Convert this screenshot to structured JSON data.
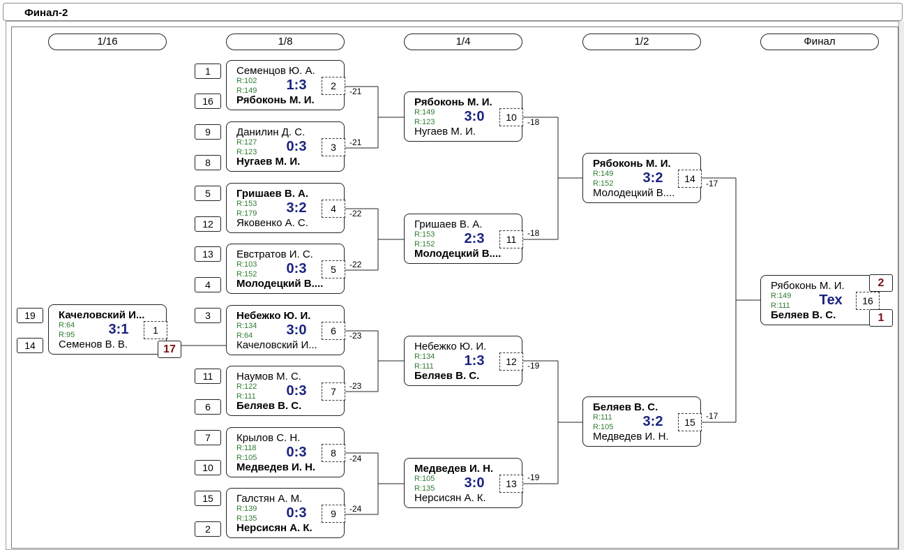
{
  "window": {
    "title": "Финал-2"
  },
  "headers": [
    "1/16",
    "1/8",
    "1/4",
    "1/2",
    "Финал"
  ],
  "r16": {
    "seed1": "19",
    "seed2": "14",
    "p1": "Качеловский И...",
    "p2": "Семенов В. В.",
    "r1": "R:64",
    "r2": "R:95",
    "score": "3:1",
    "num": "1",
    "outcome": "17"
  },
  "r8": [
    {
      "seed1": "1",
      "seed2": "16",
      "p1": "Семенцов Ю. А.",
      "p2": "Рябоконь М. И.",
      "r1": "R:102",
      "r2": "R:149",
      "score": "1:3",
      "num": "2",
      "diff": "-21",
      "winner": 2
    },
    {
      "seed1": "9",
      "seed2": "8",
      "p1": "Данилин Д. С.",
      "p2": "Нугаев М. И.",
      "r1": "R:127",
      "r2": "R:123",
      "score": "0:3",
      "num": "3",
      "diff": "-21",
      "winner": 2
    },
    {
      "seed1": "5",
      "seed2": "12",
      "p1": "Гришаев В. А.",
      "p2": "Яковенко А. С.",
      "r1": "R:153",
      "r2": "R:179",
      "score": "3:2",
      "num": "4",
      "diff": "-22",
      "winner": 1
    },
    {
      "seed1": "13",
      "seed2": "4",
      "p1": "Евстратов И. С.",
      "p2": "Молодецкий В....",
      "r1": "R:103",
      "r2": "R:152",
      "score": "0:3",
      "num": "5",
      "diff": "-22",
      "winner": 2
    },
    {
      "seed1": "3",
      "seed2": "",
      "p1": "Небежко Ю. И.",
      "p2": "Качеловский И...",
      "r1": "R:134",
      "r2": "R:64",
      "score": "3:0",
      "num": "6",
      "diff": "-23",
      "winner": 1
    },
    {
      "seed1": "11",
      "seed2": "6",
      "p1": "Наумов М. С.",
      "p2": "Беляев В. С.",
      "r1": "R:122",
      "r2": "R:111",
      "score": "0:3",
      "num": "7",
      "diff": "-23",
      "winner": 2
    },
    {
      "seed1": "7",
      "seed2": "10",
      "p1": "Крылов С. Н.",
      "p2": "Медведев И. Н.",
      "r1": "R:118",
      "r2": "R:105",
      "score": "0:3",
      "num": "8",
      "diff": "-24",
      "winner": 2
    },
    {
      "seed1": "15",
      "seed2": "2",
      "p1": "Галстян А. М.",
      "p2": "Нерсисян А. К.",
      "r1": "R:139",
      "r2": "R:135",
      "score": "0:3",
      "num": "9",
      "diff": "-24",
      "winner": 2
    }
  ],
  "r4": [
    {
      "p1": "Рябоконь М. И.",
      "p2": "Нугаев М. И.",
      "r1": "R:149",
      "r2": "R:123",
      "score": "3:0",
      "num": "10",
      "diff": "-18",
      "winner": 1
    },
    {
      "p1": "Гришаев В. А.",
      "p2": "Молодецкий В....",
      "r1": "R:153",
      "r2": "R:152",
      "score": "2:3",
      "num": "11",
      "diff": "-18",
      "winner": 2
    },
    {
      "p1": "Небежко Ю. И.",
      "p2": "Беляев В. С.",
      "r1": "R:134",
      "r2": "R:111",
      "score": "1:3",
      "num": "12",
      "diff": "-19",
      "winner": 2
    },
    {
      "p1": "Медведев И. Н.",
      "p2": "Нерсисян А. К.",
      "r1": "R:105",
      "r2": "R:135",
      "score": "3:0",
      "num": "13",
      "diff": "-19",
      "winner": 1
    }
  ],
  "r2": [
    {
      "p1": "Рябоконь М. И.",
      "p2": "Молодецкий В....",
      "r1": "R:149",
      "r2": "R:152",
      "score": "3:2",
      "num": "14",
      "diff": "-17",
      "winner": 1
    },
    {
      "p1": "Беляев В. С.",
      "p2": "Медведев И. Н.",
      "r1": "R:111",
      "r2": "R:105",
      "score": "3:2",
      "num": "15",
      "diff": "-17",
      "winner": 1
    }
  ],
  "final": {
    "p1": "Рябоконь М. И.",
    "p2": "Беляев В. С.",
    "r1": "R:149",
    "r2": "R:111",
    "score": "Тех",
    "num": "16",
    "place1": "2",
    "place2": "1",
    "winner": 2
  }
}
